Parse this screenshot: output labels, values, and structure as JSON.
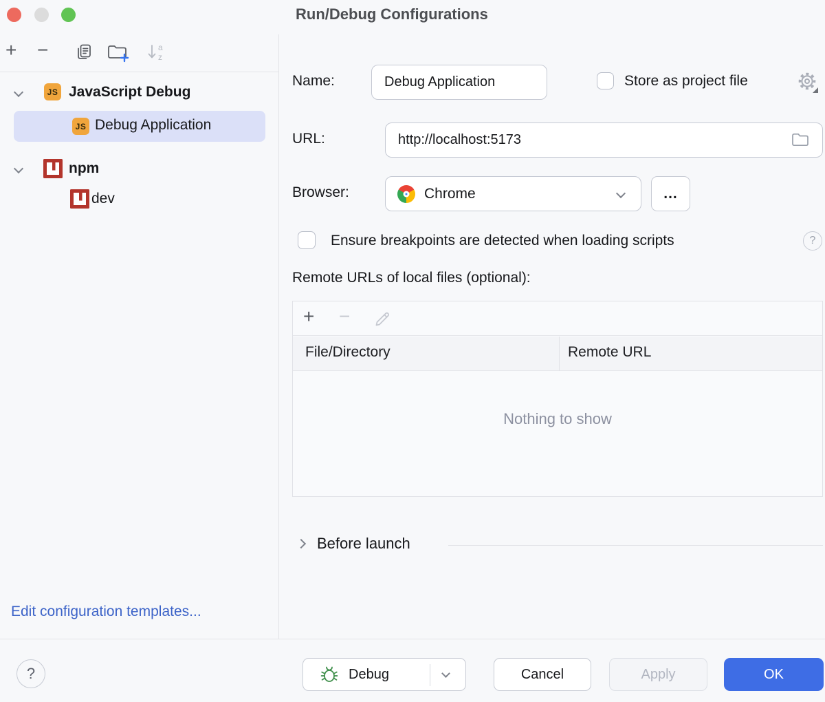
{
  "window": {
    "title": "Run/Debug Configurations"
  },
  "sidebar": {
    "toolbar": {
      "add": "+",
      "remove": "−"
    },
    "js_badge": "JS",
    "tree": [
      {
        "label": "JavaScript Debug"
      },
      {
        "label": "Debug Application"
      },
      {
        "label": "npm"
      },
      {
        "label": "dev"
      }
    ],
    "edit_templates_link": "Edit configuration templates..."
  },
  "form": {
    "name_label": "Name:",
    "name_value": "Debug Application",
    "store_label": "Store as project file",
    "url_label": "URL:",
    "url_value": "http://localhost:5173",
    "browser_label": "Browser:",
    "browser_value": "Chrome",
    "more_label": "...",
    "ensure_label": "Ensure breakpoints are detected when loading scripts",
    "help_glyph": "?",
    "remote_label": "Remote URLs of local files (optional):",
    "table": {
      "toolbar": {
        "add": "+",
        "remove": "−"
      },
      "columns": [
        "File/Directory",
        "Remote URL"
      ],
      "rows": [],
      "empty_text": "Nothing to show"
    },
    "before_launch_label": "Before launch"
  },
  "footer": {
    "help_glyph": "?",
    "debug_label": "Debug",
    "cancel_label": "Cancel",
    "apply_label": "Apply",
    "ok_label": "OK"
  },
  "colors": {
    "accent_blue": "#3E6DE5",
    "link_blue": "#3C63C8",
    "selection_bg": "#DBE0F8",
    "js_icon_bg": "#F0A53C",
    "npm_icon_red": "#B3352C",
    "debug_bug_green": "#3F8F4B",
    "traffic_red": "#ED6A5E",
    "traffic_gray": "#DCDCDC",
    "traffic_green": "#61C454"
  }
}
